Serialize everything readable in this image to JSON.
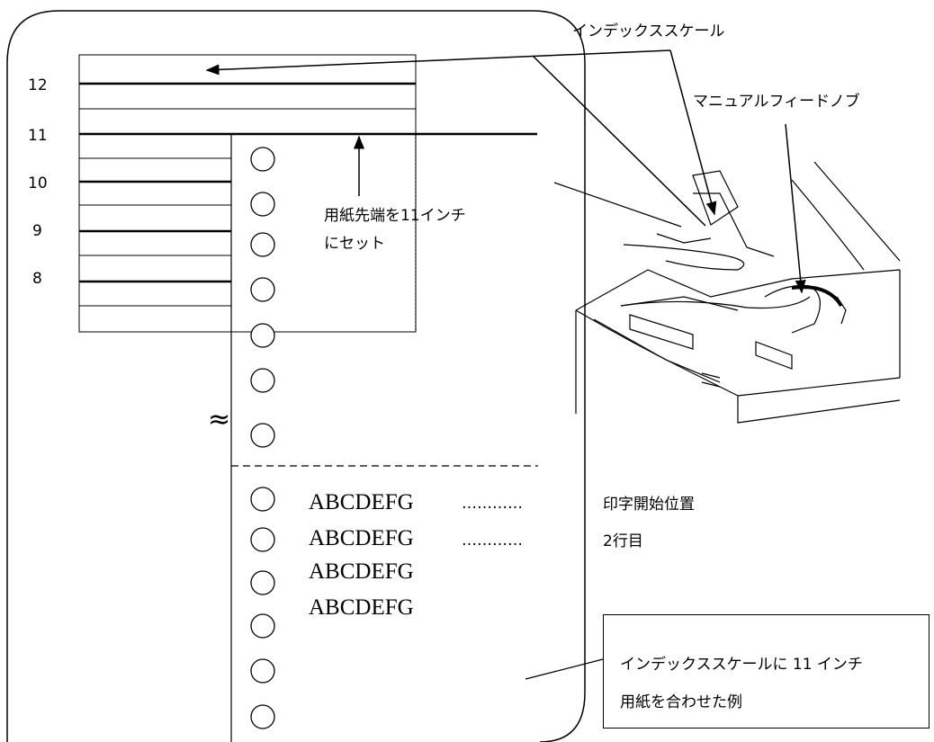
{
  "scale_numbers": [
    "12",
    "11",
    "10",
    "9",
    "8"
  ],
  "callouts": {
    "index_scale": "インデックススケール",
    "manual_feed_knob": "マニュアルフィードノブ",
    "set_paper_top": [
      "用紙先端を11インチ",
      "にセット"
    ],
    "print_start": "印字開始位置",
    "second_line": "2行目"
  },
  "break_mark": "≈",
  "sample_lines": [
    "ABCDEFG",
    "ABCDEFG",
    "ABCDEFG",
    "ABCDEFG"
  ],
  "leader_dots": "…………",
  "caption": {
    "line1": "インデックススケールに 11 インチ",
    "line2": "用紙を合わせた例"
  }
}
